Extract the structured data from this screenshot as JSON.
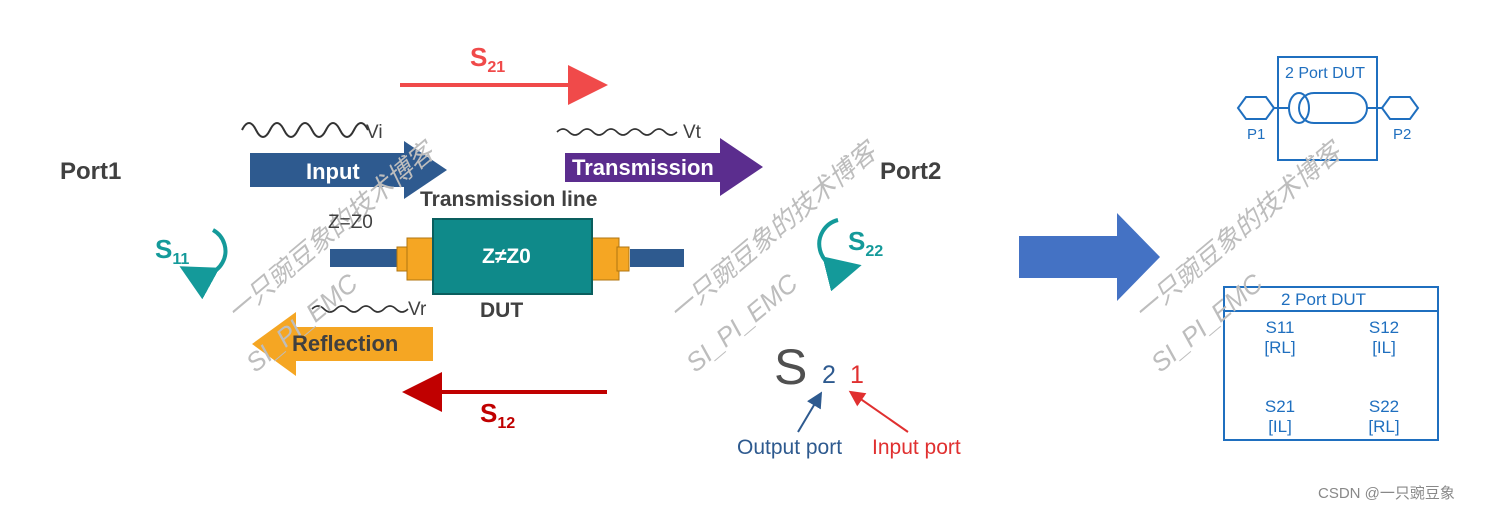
{
  "labels": {
    "s21": {
      "main": "S",
      "sub": "21"
    },
    "s12": {
      "main": "S",
      "sub": "12"
    },
    "s11": {
      "main": "S",
      "sub": "11"
    },
    "s22": {
      "main": "S",
      "sub": "22"
    },
    "port1": "Port1",
    "port2": "Port2",
    "vi": "Vi",
    "vt": "Vt",
    "vr": "Vr",
    "input": "Input",
    "transmission": "Transmission",
    "reflection": "Reflection",
    "tline": "Transmission line",
    "z0": "Z=Z0",
    "zdut": "Z≠Z0",
    "dut": "DUT",
    "s21_big": {
      "s": "S",
      "out": "2",
      "in": "1"
    },
    "output_port": "Output port",
    "input_port": "Input port"
  },
  "right": {
    "symbol_title": "2 Port DUT",
    "p1": "P1",
    "p2": "P2",
    "matrix_title": "2 Port DUT",
    "cells": [
      {
        "name": "S11",
        "desc": "[RL]"
      },
      {
        "name": "S12",
        "desc": "[IL]"
      },
      {
        "name": "S21",
        "desc": "[IL]"
      },
      {
        "name": "S22",
        "desc": "[RL]"
      }
    ]
  },
  "watermarks": {
    "cn": "一只豌豆象的技术博客",
    "en": "SI_PI_EMC"
  },
  "footer": "CSDN @一只豌豆象",
  "colors": {
    "red": "#f04a4a",
    "darkred": "#c00000",
    "blue": "#2e5a8f",
    "purple": "#5b2d8e",
    "orange": "#f5a623",
    "teal": "#149a9a",
    "bigarrow": "#4472c4",
    "linkblue": "#1f6fbf"
  }
}
